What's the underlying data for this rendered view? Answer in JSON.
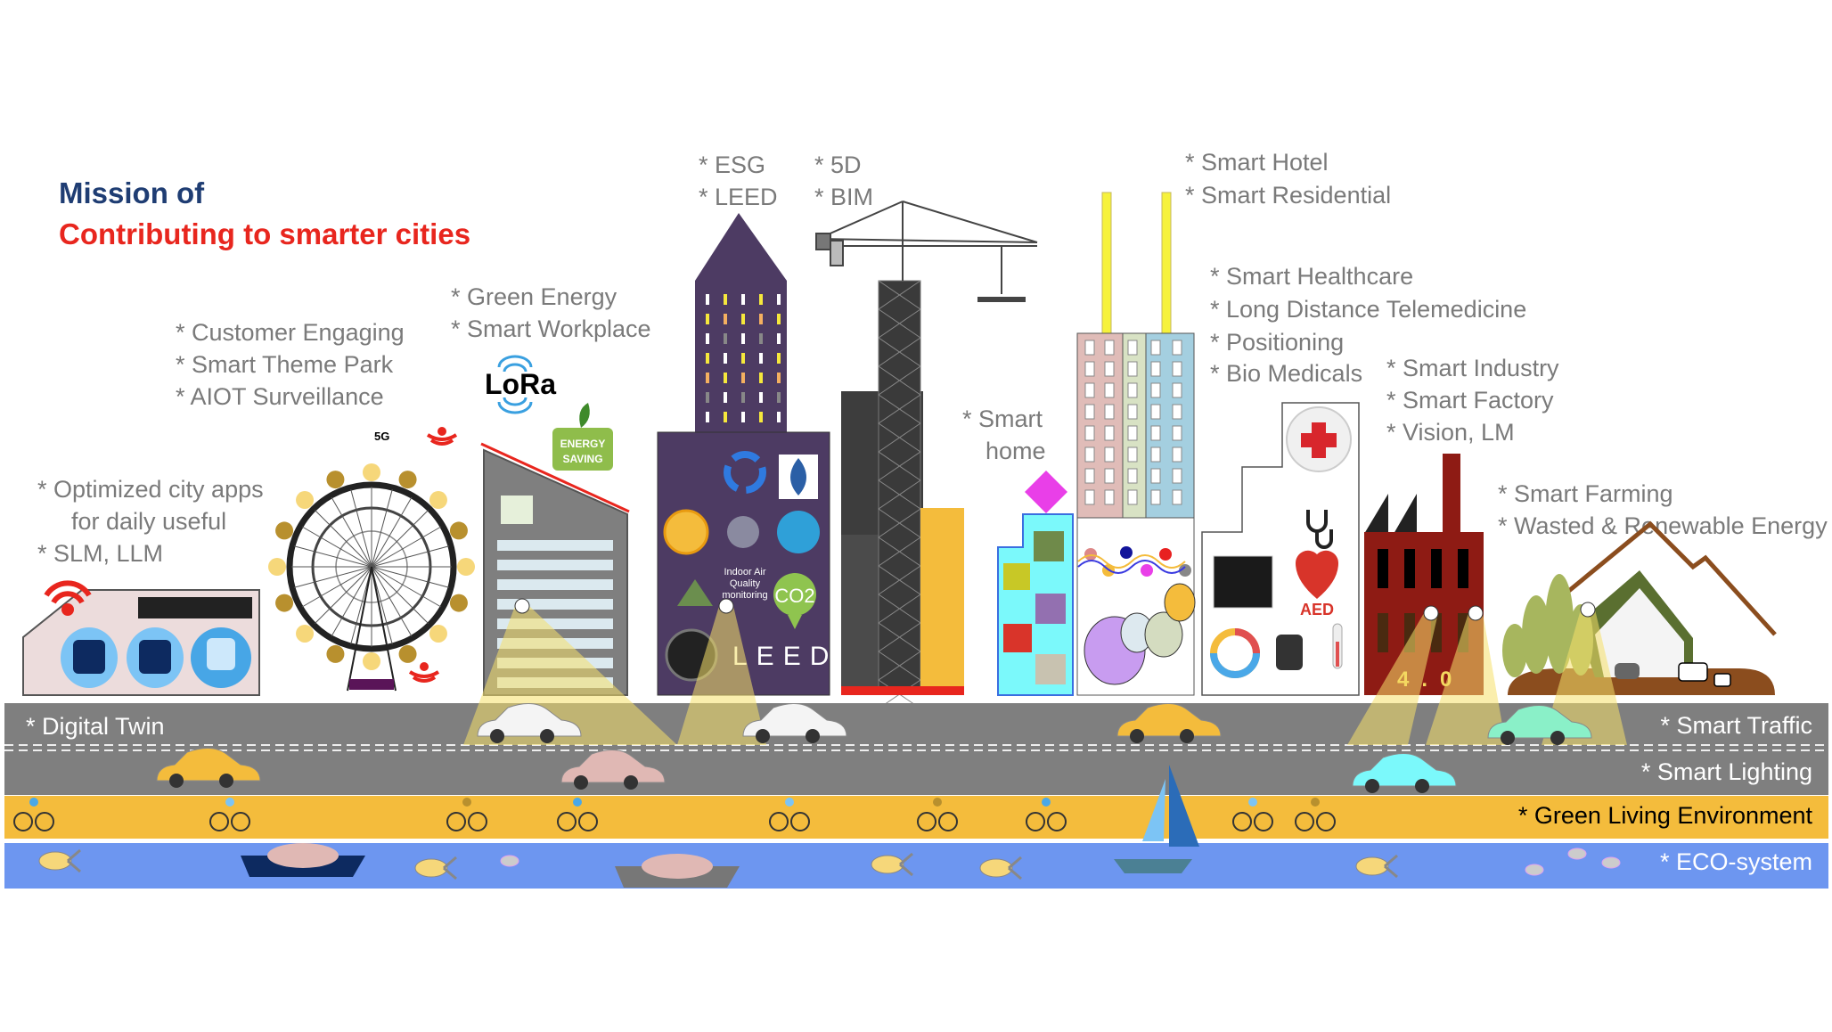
{
  "title": {
    "line1": "Mission of",
    "line2": "Contributing to smarter cities",
    "line1_color": "#1f3d73",
    "line2_color": "#e8261e"
  },
  "labels": {
    "apps": [
      "* Optimized city apps",
      "for daily useful",
      "* SLM, LLM"
    ],
    "park": [
      "* Customer Engaging",
      "* Smart Theme Park",
      "* AIOT Surveillance"
    ],
    "energy": [
      "* Green Energy",
      "* Smart Workplace"
    ],
    "esg": [
      "* ESG",
      "* LEED"
    ],
    "bim": [
      "* 5D",
      "* BIM"
    ],
    "home": [
      "* Smart",
      "home"
    ],
    "hotel": [
      "* Smart Hotel",
      "* Smart Residential"
    ],
    "health": [
      "* Smart Healthcare",
      "* Long Distance Telemedicine",
      "* Positioning",
      "* Bio Medicals"
    ],
    "industry": [
      "* Smart Industry",
      "* Smart Factory",
      "* Vision, LM"
    ],
    "farm": [
      "* Smart Farming",
      "* Wasted & Renewable Energy"
    ]
  },
  "badges": {
    "fiveg": "5G",
    "lora": "LoRa",
    "energy_saving": [
      "ENERGY",
      "SAVING"
    ],
    "indoor_air": [
      "Indoor Air",
      "Quality",
      "monitoring"
    ],
    "co2": "CO2",
    "leed": "LEED",
    "aed": "AED",
    "industry_version": "4.0"
  },
  "bands": {
    "digital_twin": "* Digital Twin",
    "smart_traffic": "* Smart Traffic",
    "smart_lighting": "* Smart Lighting",
    "green_living": "* Green Living Environment",
    "eco_system": "* ECO-system"
  },
  "colors": {
    "road": "#7f7f7f",
    "bike_lane": "#f4bc3c",
    "water": "#6d96f0",
    "label_gray": "#7a7a7a",
    "tower_purple": "#4d3b63"
  }
}
